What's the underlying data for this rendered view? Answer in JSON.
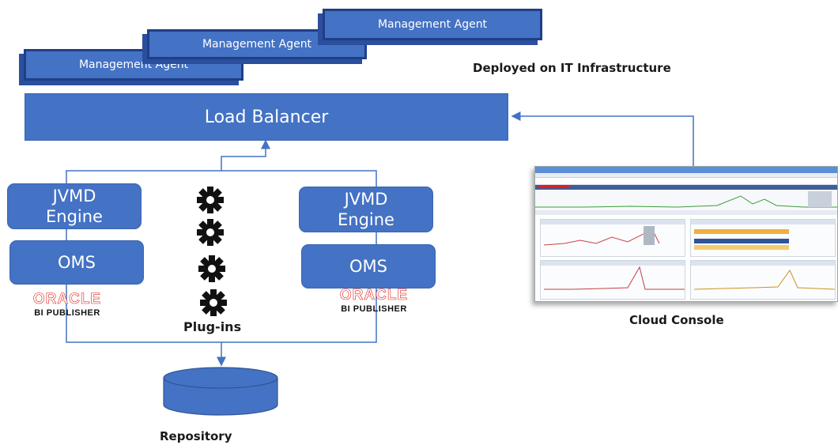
{
  "agents": [
    "Management Agent",
    "Management Agent",
    "Management Agent"
  ],
  "deployed_label": "Deployed on IT Infrastructure",
  "load_balancer": "Load Balancer",
  "left": {
    "engine": "JVMD\nEngine",
    "oms": "OMS",
    "brand": "ORACLE",
    "sub": "BI PUBLISHER"
  },
  "right": {
    "engine": "JVMD\nEngine",
    "oms": "OMS",
    "brand": "ORACLE",
    "sub": "BI PUBLISHER"
  },
  "plugins_label": "Plug-ins",
  "repository_label": "Repository",
  "cloud_console_label": "Cloud Console",
  "colors": {
    "box": "#4472c4",
    "dark": "#1f3f87",
    "brand": "#e0201b"
  }
}
